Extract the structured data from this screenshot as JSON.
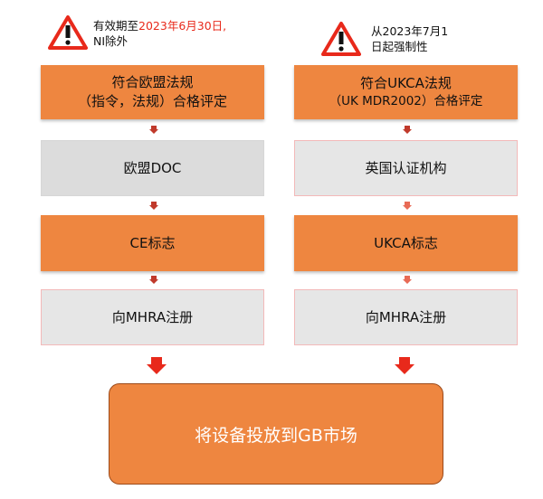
{
  "left": {
    "note_line1_prefix": "有效期至",
    "note_line1_date": "2023年6月30日,",
    "note_line2": "NI除外",
    "step1_line1": "符合欧盟法规",
    "step1_line2": "（指令，法规）合格评定",
    "step2": "欧盟DOC",
    "step3": "CE标志",
    "step4": "向MHRA注册"
  },
  "right": {
    "note_line1": "从2023年7月1",
    "note_line2": "日起强制性",
    "step1_line1": "符合UKCA法规",
    "step1_line2": "（UK MDR2002）合格评定",
    "step2": "英国认证机构",
    "step3": "UKCA标志",
    "step4": "向MHRA注册"
  },
  "final": "将设备投放到GB市场",
  "icons": {
    "warning": "warning-triangle-icon",
    "arrow": "arrow-down-icon"
  },
  "colors": {
    "orange": "#ee8640",
    "grey": "#dcdcdc",
    "arrow_small": "#c0392b",
    "arrow_small_light": "#e86a55",
    "arrow_big": "#e8291b",
    "warning_red": "#e8291b",
    "highlight_red": "#e8291b"
  }
}
